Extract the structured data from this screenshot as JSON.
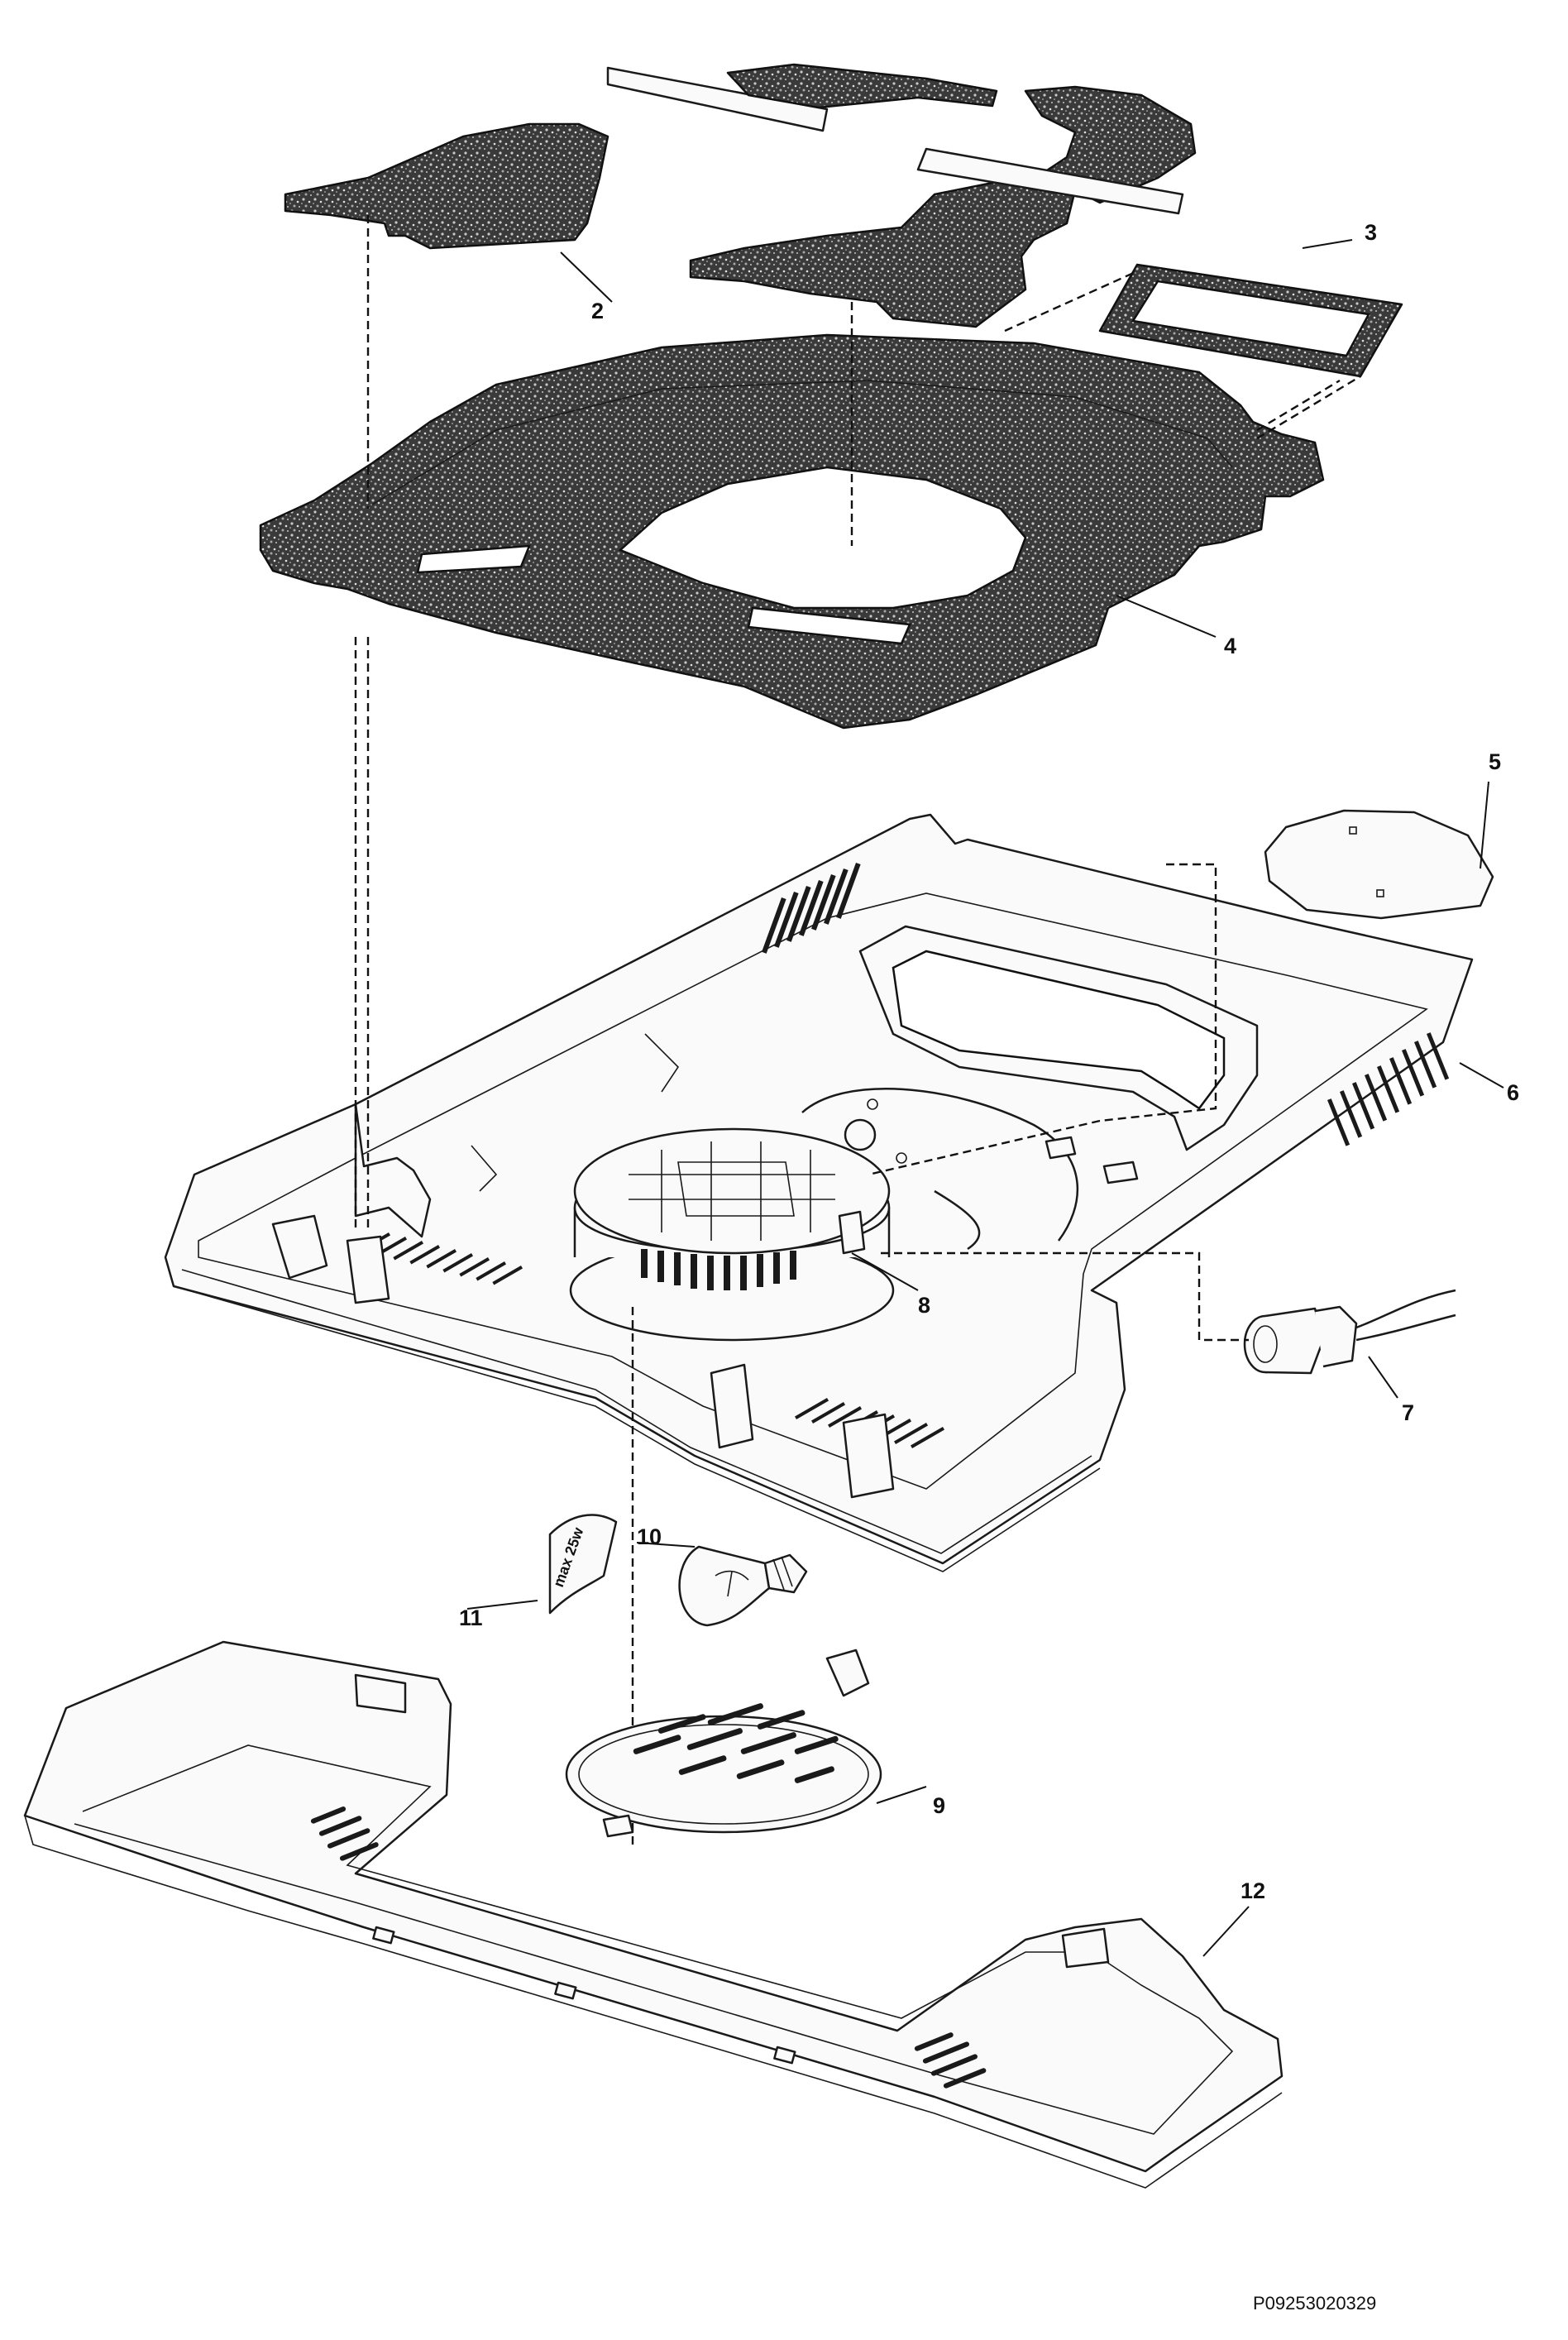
{
  "document": {
    "reference_code": "P09253020329"
  },
  "callouts": [
    {
      "id": "part-2",
      "label": "2"
    },
    {
      "id": "part-3",
      "label": "3"
    },
    {
      "id": "part-4",
      "label": "4"
    },
    {
      "id": "part-5",
      "label": "5"
    },
    {
      "id": "part-6",
      "label": "6"
    },
    {
      "id": "part-7",
      "label": "7"
    },
    {
      "id": "part-8",
      "label": "8"
    },
    {
      "id": "part-9",
      "label": "9"
    },
    {
      "id": "part-10",
      "label": "10"
    },
    {
      "id": "part-11",
      "label": "11"
    },
    {
      "id": "part-12",
      "label": "12"
    }
  ],
  "label_text": {
    "bulb_label": "max 25w"
  },
  "colors": {
    "line": "#1a1a1a",
    "background": "#ffffff",
    "plastic_fill": "#fafafa",
    "foam_dark": "#2b2b2b",
    "foam_light": "#9a9a9a"
  }
}
